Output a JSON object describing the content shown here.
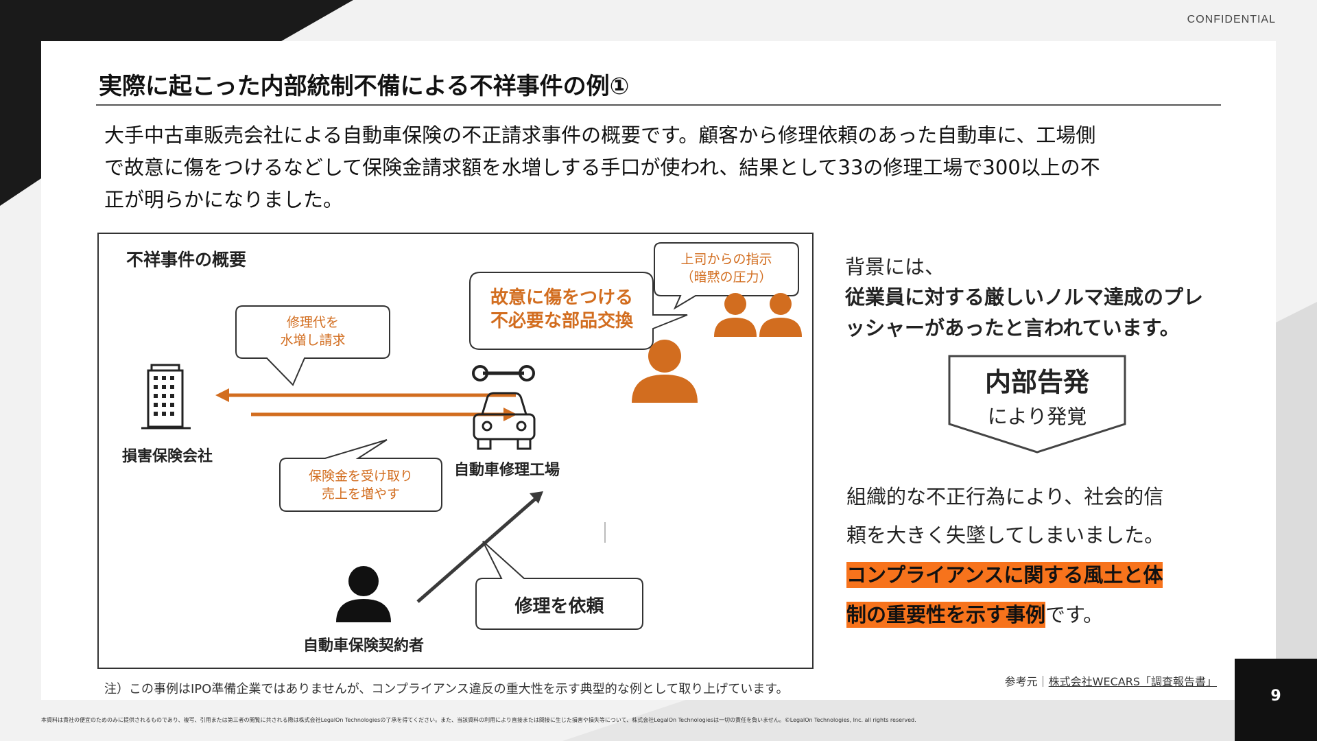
{
  "header": {
    "confidential": "CONFIDENTIAL",
    "title": "実際に起こった内部統制不備による不祥事件の例①"
  },
  "intro": {
    "lines": [
      "大手中古車販売会社による自動車保険の不正請求事件の概要です。顧客から修理依頼のあった自動車に、工場側",
      "で故意に傷をつけるなどして保険金請求額を水増しする手口が使われ、結果として33の修理工場で300以上の不",
      "正が明らかになりました。"
    ]
  },
  "diagram": {
    "title": "不祥事件の概要",
    "bubble_padding": [
      "修理代を",
      "水増し請求"
    ],
    "bubble_misconduct": [
      "故意に傷をつける",
      "不必要な部品交換"
    ],
    "bubble_boss": [
      "上司からの指示",
      "（暗黙の圧力）"
    ],
    "bubble_revenue": [
      "保険金を受け取り",
      "売上を増やす"
    ],
    "bubble_request": "修理を依頼",
    "insurer_label": "損害保険会社",
    "shop_label": "自動車修理工場",
    "policyholder_label": "自動車保険契約者"
  },
  "right": {
    "background_line1": "背景には、",
    "background_line2": "従業員に対する厳しいノルマ達成のプレ",
    "background_line3": "ッシャーがあったと言われています。",
    "discovery_big": "内部告発",
    "discovery_small": "により発覚",
    "conclusion_line1": "組織的な不正行為により、社会的信",
    "conclusion_line2": "頼を大きく失墜してしまいました。",
    "conclusion_hl1": "コンプライアンスに関する風土と体",
    "conclusion_hl2": "制の重要性を示す事例",
    "conclusion_tail": "です。"
  },
  "note": "注）この事例はIPO準備企業ではありませんが、コンプライアンス違反の重大性を示す典型的な例として取り上げています。",
  "source": {
    "prefix": "参考元｜",
    "link": "株式会社WECARS「調査報告書」"
  },
  "footer": "本資料は貴社の便宜のためのみに提供されるものであり、複写、引用または第三者の閲覧に共される際は株式会社LegalOn Technologiesの了承を得てください。また、当該資料の利用により直接または間接に生じた損害や損失等について、株式会社LegalOn Technologiesは一切の責任を負いません。©LegalOn Technologies, Inc. all rights reserved.",
  "page_number": "9",
  "colors": {
    "accent_orange": "#d26d1f",
    "highlight": "#f7731c",
    "dark": "#111111"
  }
}
